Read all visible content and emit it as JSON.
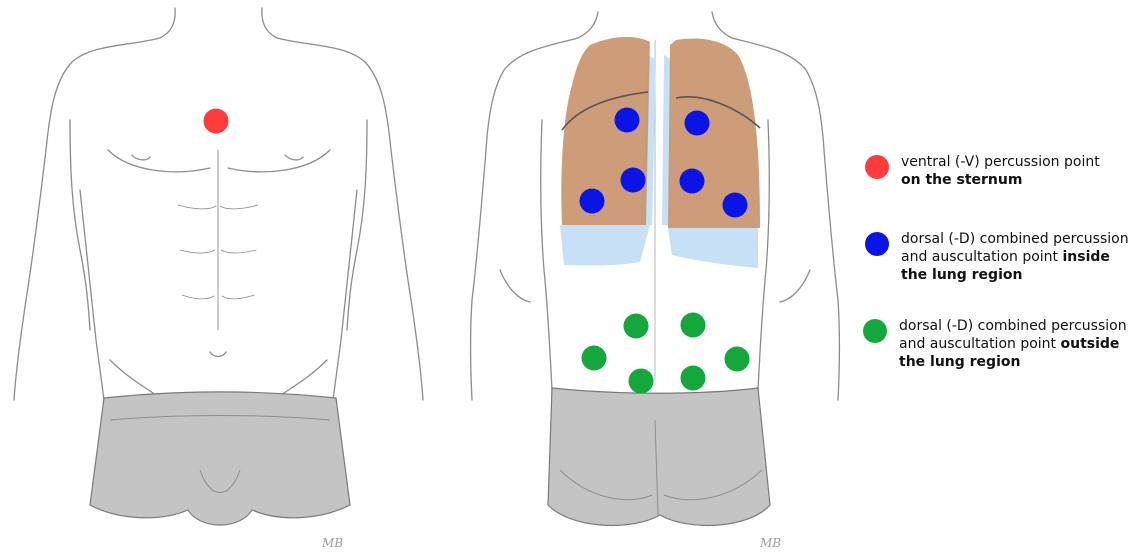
{
  "colors": {
    "red": "#ff3b3b",
    "blue": "#0a14e6",
    "green": "#14a83c",
    "lung_brown": "#c8956c",
    "lung_blue": "#c8e0f5",
    "pencil": "#8c8c8c",
    "shorts": "#b9b9b9"
  },
  "figures": {
    "front": {
      "view": "ventral",
      "signature": "MB"
    },
    "back": {
      "view": "dorsal",
      "signature": "MB"
    }
  },
  "points": {
    "ventral": [
      {
        "color": "red"
      }
    ],
    "dorsal_lung": [
      {
        "color": "blue"
      },
      {
        "color": "blue"
      },
      {
        "color": "blue"
      },
      {
        "color": "blue"
      },
      {
        "color": "blue"
      },
      {
        "color": "blue"
      }
    ],
    "dorsal_outside": [
      {
        "color": "green"
      },
      {
        "color": "green"
      },
      {
        "color": "green"
      },
      {
        "color": "green"
      },
      {
        "color": "green"
      },
      {
        "color": "green"
      }
    ]
  },
  "legend": [
    {
      "icon": "red-dot",
      "color": "red",
      "text": "ventral (-V) percussion point",
      "bold": "on the sternum"
    },
    {
      "icon": "blue-dot",
      "color": "blue",
      "text": "dorsal (-D) combined percussion and auscultation point",
      "bold": "inside the lung region"
    },
    {
      "icon": "green-dot",
      "color": "green",
      "text": "dorsal (-D) combined percussion and auscultation point",
      "bold": "outside the lung region"
    }
  ]
}
